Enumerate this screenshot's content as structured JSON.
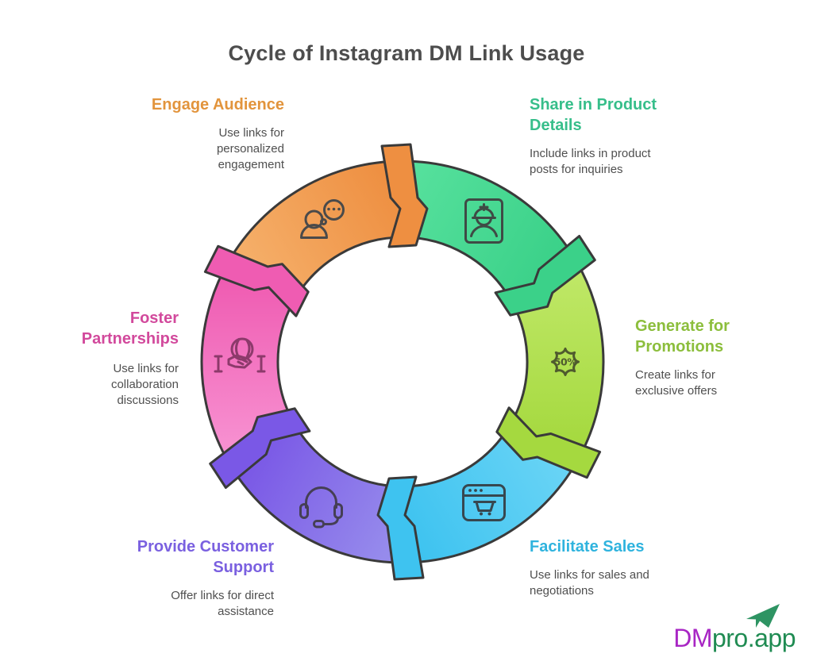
{
  "title": "Cycle of Instagram DM Link Usage",
  "title_color": "#4D4D4D",
  "text_color": "#4F4F4F",
  "ring": {
    "outline_color": "#3A3A3A"
  },
  "segments": [
    {
      "id": "engage-audience",
      "label": "Engage Audience",
      "description": "Use links for\npersonalized\nengagement",
      "heading_color": "#E2943C",
      "fill_light": "#F5AE68",
      "fill_base": "#EE8F41",
      "icon": "person-chat-icon",
      "icon_stroke": "#4A4A4A"
    },
    {
      "id": "share-in-product-details",
      "label": "Share in Product\nDetails",
      "description": "Include links in product\nposts for inquiries",
      "heading_color": "#36BE8A",
      "fill_light": "#55E09C",
      "fill_base": "#3BD189",
      "icon": "worker-badge-icon",
      "icon_stroke": "#3F4A45"
    },
    {
      "id": "generate-for-promotions",
      "label": "Generate for\nPromotions",
      "description": "Create links for\nexclusive offers",
      "heading_color": "#8CBE3C",
      "fill_light": "#BEE765",
      "fill_base": "#A5D93F",
      "icon": "discount-badge-icon",
      "icon_text": "50%",
      "icon_stroke": "#4F5A2E"
    },
    {
      "id": "facilitate-sales",
      "label": "Facilitate Sales",
      "description": "Use links for sales and\nnegotiations",
      "heading_color": "#2FB3DE",
      "fill_light": "#67D3F5",
      "fill_base": "#3EC3F0",
      "icon": "browser-cart-icon",
      "icon_stroke": "#37474F"
    },
    {
      "id": "provide-customer-support",
      "label": "Provide Customer\nSupport",
      "description": "Offer links for direct\nassistance",
      "heading_color": "#7A60E0",
      "fill_light": "#968BEC",
      "fill_base": "#7A58E6",
      "icon": "headset-icon",
      "icon_stroke": "#453F54"
    },
    {
      "id": "foster-partnerships",
      "label": "Foster\nPartnerships",
      "description": "Use links for\ncollaboration\ndiscussions",
      "heading_color": "#D2499C",
      "fill_light": "#F78FD0",
      "fill_base": "#EF5CB2",
      "icon": "handshake-globe-icon",
      "icon_stroke": "#8C3A6B"
    }
  ],
  "logo": {
    "prefix": "DM",
    "suffix": "pro.app",
    "prefix_color": "#A826C4",
    "suffix_color": "#1F8B52",
    "plane_color": "#2E9463",
    "plane_icon": "paper-plane-icon"
  }
}
